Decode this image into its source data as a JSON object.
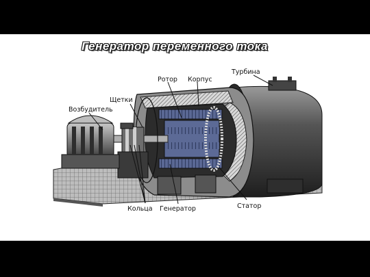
{
  "title": "Генератор переменного тока",
  "labels": {
    "exciter": "Возбудитель",
    "brushes": "Щетки",
    "rotor": "Ротор",
    "housing": "Корпус",
    "turbine": "Турбина",
    "rings": "Кольца",
    "generator": "Генератор",
    "stator": "Статор"
  },
  "colors": {
    "background": "#000000",
    "slide": "#ffffff",
    "line": "#1a1a1a",
    "metal_dark": "#3a3a3a",
    "metal_mid": "#8a8a8a",
    "metal_light": "#cfcfcf",
    "winding": "#4a5a8a"
  }
}
